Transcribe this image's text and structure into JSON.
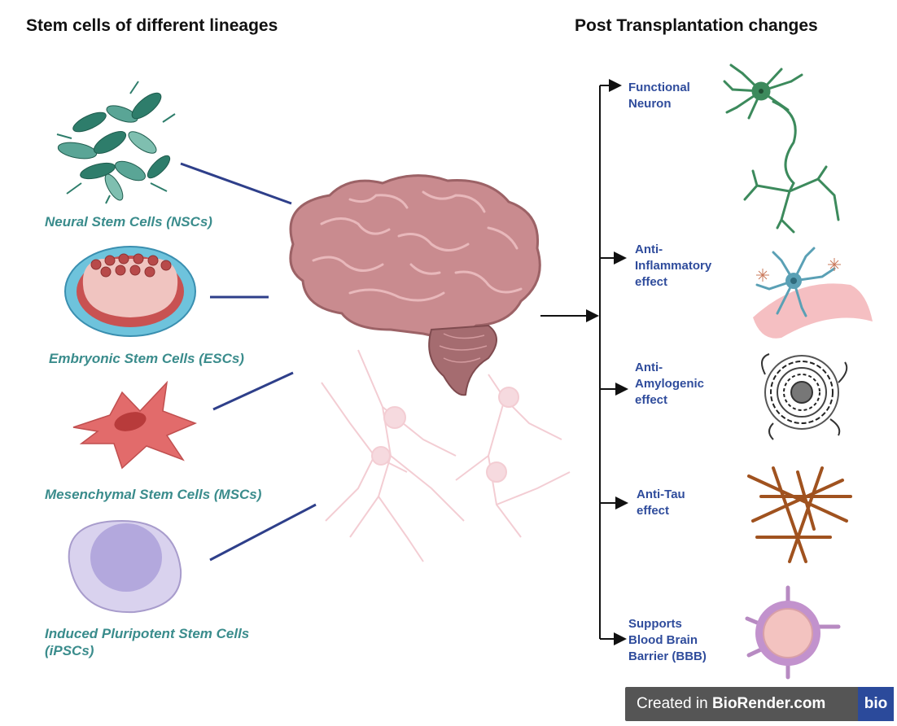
{
  "headings": {
    "left": "Stem cells of different lineages",
    "right": "Post Transplantation changes"
  },
  "stem_cells": [
    {
      "label": "Neural Stem Cells (NSCs)",
      "icon": "neural-stem-cells-icon"
    },
    {
      "label": "Embryonic Stem Cells (ESCs)",
      "icon": "embryonic-stem-cell-icon"
    },
    {
      "label": "Mesenchymal Stem Cells (MSCs)",
      "icon": "mesenchymal-stem-cell-icon"
    },
    {
      "label_line1": "Induced Pluripotent Stem Cells",
      "label_line2": "(iPSCs)",
      "icon": "ipsc-cell-icon"
    }
  ],
  "center": {
    "icon": "brain-icon",
    "background_icon": "neuron-network-icon"
  },
  "outcomes": [
    {
      "lines": [
        "Functional",
        "Neuron"
      ],
      "icon": "neuron-icon"
    },
    {
      "lines": [
        "Anti-",
        "Inflammatory",
        "effect"
      ],
      "icon": "microglia-icon"
    },
    {
      "lines": [
        "Anti-",
        "Amylogenic",
        "effect"
      ],
      "icon": "amyloid-plaque-icon"
    },
    {
      "lines": [
        "Anti-Tau",
        "effect"
      ],
      "icon": "tau-tangle-icon"
    },
    {
      "lines": [
        "Supports",
        "Blood Brain",
        "Barrier (BBB)"
      ],
      "icon": "blood-vessel-icon"
    }
  ],
  "watermark": {
    "prefix": "Created in ",
    "brand": "BioRender.com",
    "logo": "bio"
  },
  "colors": {
    "label_teal": "#3a8c8c",
    "outcome_blue": "#2f4c9c",
    "arrow_navy": "#2e3f8a",
    "brain_pink": "#c98b8f",
    "neuron_green": "#3c8a5c",
    "tau_brown": "#a0521f",
    "nsc_teal": "#2e7d6b",
    "esc_red": "#b84a4a",
    "msc_red": "#e26b6b",
    "ipsc_lavender": "#d9d2ee"
  }
}
